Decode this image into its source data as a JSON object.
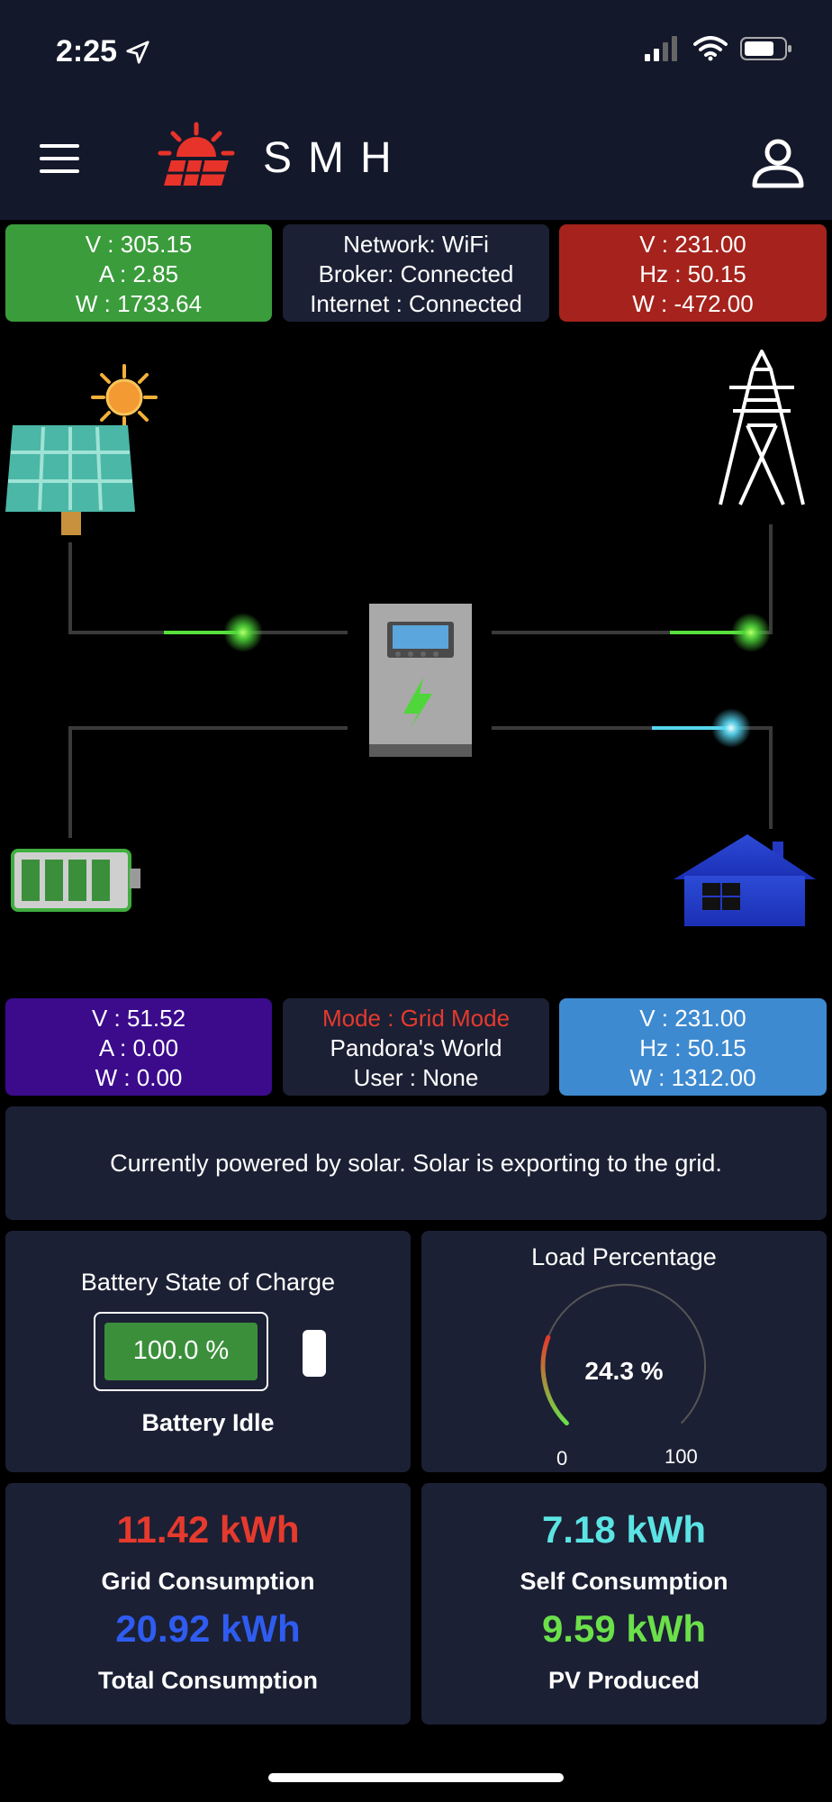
{
  "status_bar": {
    "time": "2:25"
  },
  "app": {
    "title": "SMH"
  },
  "solar_card": {
    "v": "V : 305.15",
    "a": "A : 2.85",
    "w": "W : 1733.64"
  },
  "network_card": {
    "network": "Network: WiFi",
    "broker": "Broker: Connected",
    "internet": "Internet : Connected"
  },
  "grid_card": {
    "v": "V : 231.00",
    "hz": "Hz : 50.15",
    "w": "W : -472.00"
  },
  "battery_card": {
    "v": "V : 51.52",
    "a": "A : 0.00",
    "w": "W : 0.00"
  },
  "mode_card": {
    "mode": "Mode : Grid Mode",
    "site": "Pandora's World",
    "user": "User : None"
  },
  "load_card": {
    "v": "V : 231.00",
    "hz": "Hz : 50.15",
    "w": "W : 1312.00"
  },
  "message": "Currently powered by solar. Solar is exporting to the grid.",
  "battery_soc": {
    "title": "Battery State of Charge",
    "value": "100.0 %",
    "fill_fraction": 1.0,
    "status": "Battery Idle"
  },
  "load_percentage": {
    "title": "Load Percentage",
    "value": "24.3 %",
    "fraction": 0.243,
    "min_label": "0",
    "max_label": "100"
  },
  "energy_left": {
    "grid_value": "11.42 kWh",
    "grid_label": "Grid Consumption",
    "total_value": "20.92 kWh",
    "total_label": "Total Consumption"
  },
  "energy_right": {
    "self_value": "7.18 kWh",
    "self_label": "Self Consumption",
    "pv_value": "9.59 kWh",
    "pv_label": "PV Produced"
  },
  "colors": {
    "header_bg": "#14182b",
    "card_bg": "#1c2034",
    "solar_green": "#3b9c3c",
    "grid_red": "#a5231c",
    "battery_purple": "#3b0b8c",
    "load_blue": "#3e8ad0",
    "mode_text": "#e53a2d",
    "grid_value": "#e53a2d",
    "total_value": "#2f5cf0",
    "self_value": "#5be4e4",
    "pv_value": "#6be04a"
  },
  "icons": [
    "location-arrow-icon",
    "signal-icon",
    "wifi-icon",
    "battery-status-icon",
    "menu-icon",
    "sun-logo-icon",
    "user-icon",
    "sun-icon",
    "solar-panel-icon",
    "transmission-tower-icon",
    "inverter-icon",
    "battery-icon",
    "house-icon"
  ]
}
